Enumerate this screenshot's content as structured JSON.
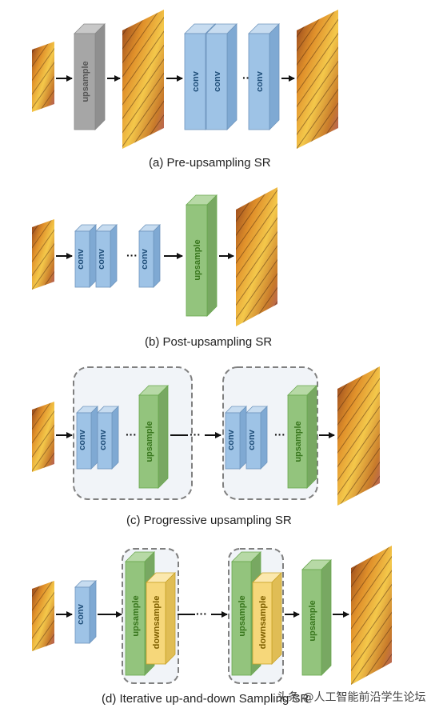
{
  "labels": {
    "conv": "conv",
    "upsample": "upsample",
    "downsample": "downsample",
    "ellipsis": "···"
  },
  "captions": {
    "a": "(a) Pre-upsampling SR",
    "b": "(b) Post-upsampling SR",
    "c": "(c) Progressive upsampling SR",
    "d": "(d) Iterative up-and-down Sampling SR"
  },
  "watermark": "头条 @人工智能前沿学生论坛",
  "colors": {
    "conv": "#9ec3e6",
    "upsample_gray": "#a6a6a6",
    "upsample_green": "#93c47d",
    "downsample": "#f6d77a",
    "group_border": "#808080",
    "group_fill": "#f1f4f8"
  },
  "icons": [
    "butterfly-image",
    "arrow-right"
  ]
}
